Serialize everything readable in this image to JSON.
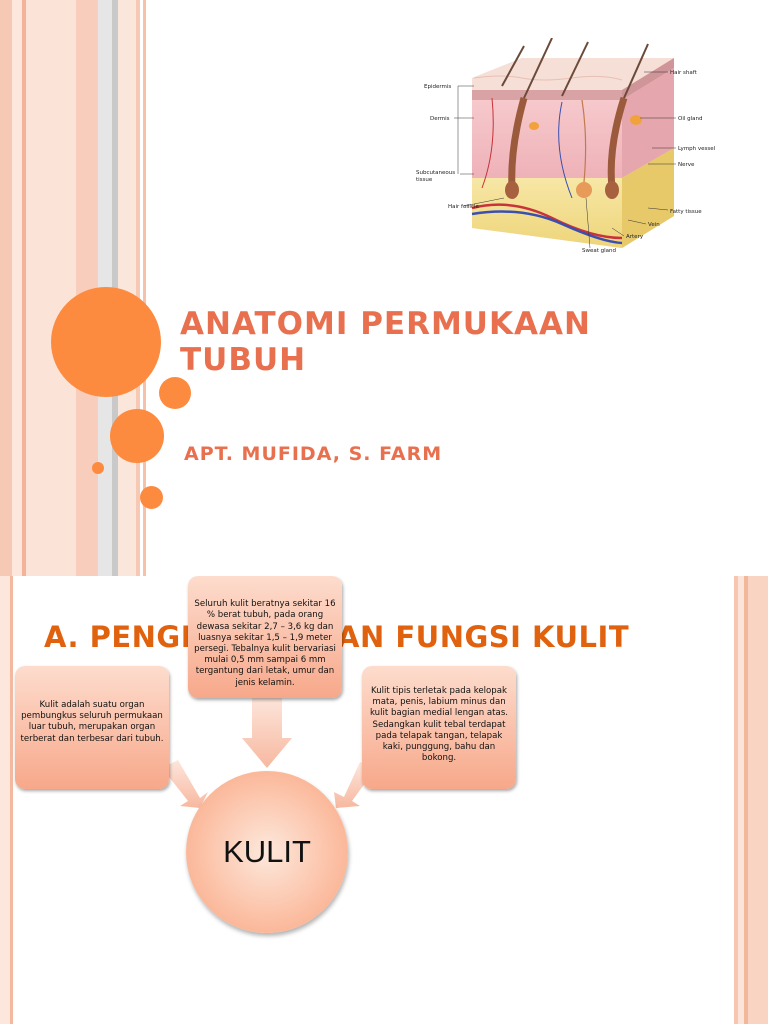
{
  "slide1": {
    "title": "ANATOMI PERMUKAAN TUBUH",
    "subtitle": "APT. MUFIDA, S. FARM",
    "image": {
      "alt": "skin cross-section diagram",
      "labels": {
        "epidermis": "Epidermis",
        "dermis": "Dermis",
        "subcutaneous1": "Subcutaneous",
        "subcutaneous2": "tissue",
        "hair_follicle": "Hair follicle",
        "hair_shaft": "Hair shaft",
        "oil_gland": "Oil gland",
        "lymph_vessel": "Lymph vessel",
        "nerve": "Nerve",
        "fatty_tissue": "Fatty tissue",
        "vein": "Vein",
        "artery": "Artery",
        "sweat_gland": "Sweat gland"
      }
    },
    "colors": {
      "accent": "#fd8b3f",
      "title": "#e8704f"
    }
  },
  "slide2": {
    "title": "A. PENGERTIAN DAN FUNGSI KULIT",
    "center": "KULIT",
    "box_left": "Kulit adalah suatu organ pembungkus seluruh permukaan luar tubuh, merupakan organ terberat dan terbesar dari tubuh.",
    "box_top": "Seluruh kulit beratnya sekitar 16 % berat tubuh, pada orang dewasa sekitar 2,7 – 3,6 kg dan luasnya sekitar 1,5 – 1,9 meter persegi. Tebalnya kulit bervariasi mulai 0,5 mm sampai 6 mm tergantung dari letak, umur dan jenis kelamin.",
    "box_right": "Kulit tipis terletak pada kelopak mata, penis, labium minus dan kulit bagian medial lengan atas. Sedangkan kulit tebal terdapat pada telapak tangan, telapak kaki, punggung, bahu dan bokong.",
    "colors": {
      "title": "#e1620e",
      "box": "#f7a88a"
    }
  }
}
